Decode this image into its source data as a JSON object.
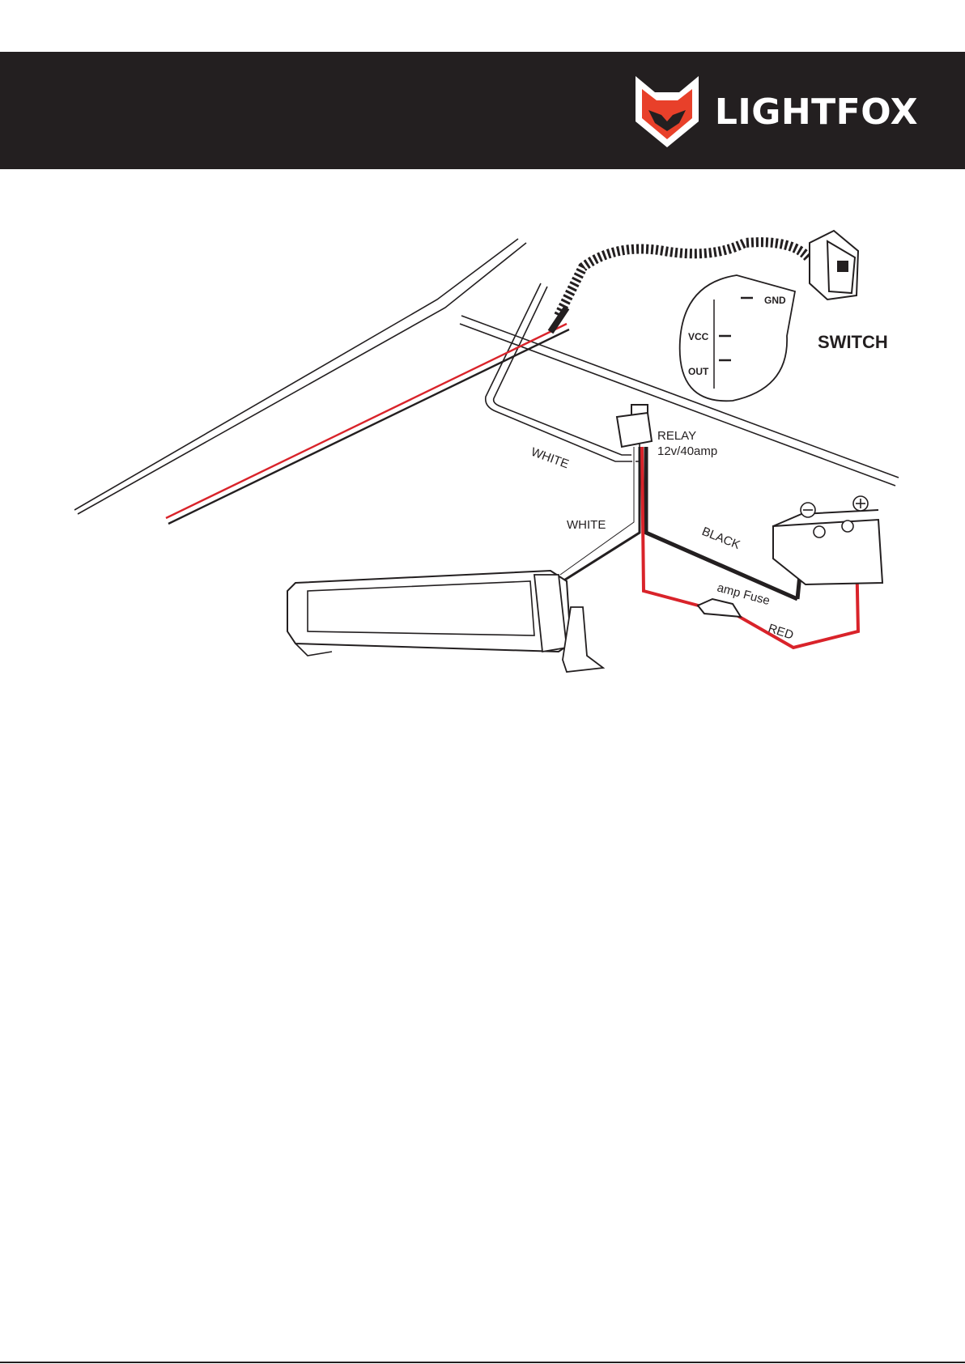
{
  "brand": {
    "name": "LIGHTFOX",
    "logo_icon": "fox-head-shield-icon",
    "accent": "#e8402a"
  },
  "colors": {
    "header_bg": "#231f20",
    "wire_red": "#d9232a",
    "wire_black": "#231f20"
  },
  "labels": {
    "switch": "SWITCH",
    "gnd": "GND",
    "vcc": "VCC",
    "out": "OUT",
    "relay_line1": "RELAY",
    "relay_line2": "12v/40amp",
    "white_upper": "WHITE",
    "white_lower": "WHITE",
    "black": "BLACK",
    "fuse": "amp Fuse",
    "red": "RED"
  }
}
